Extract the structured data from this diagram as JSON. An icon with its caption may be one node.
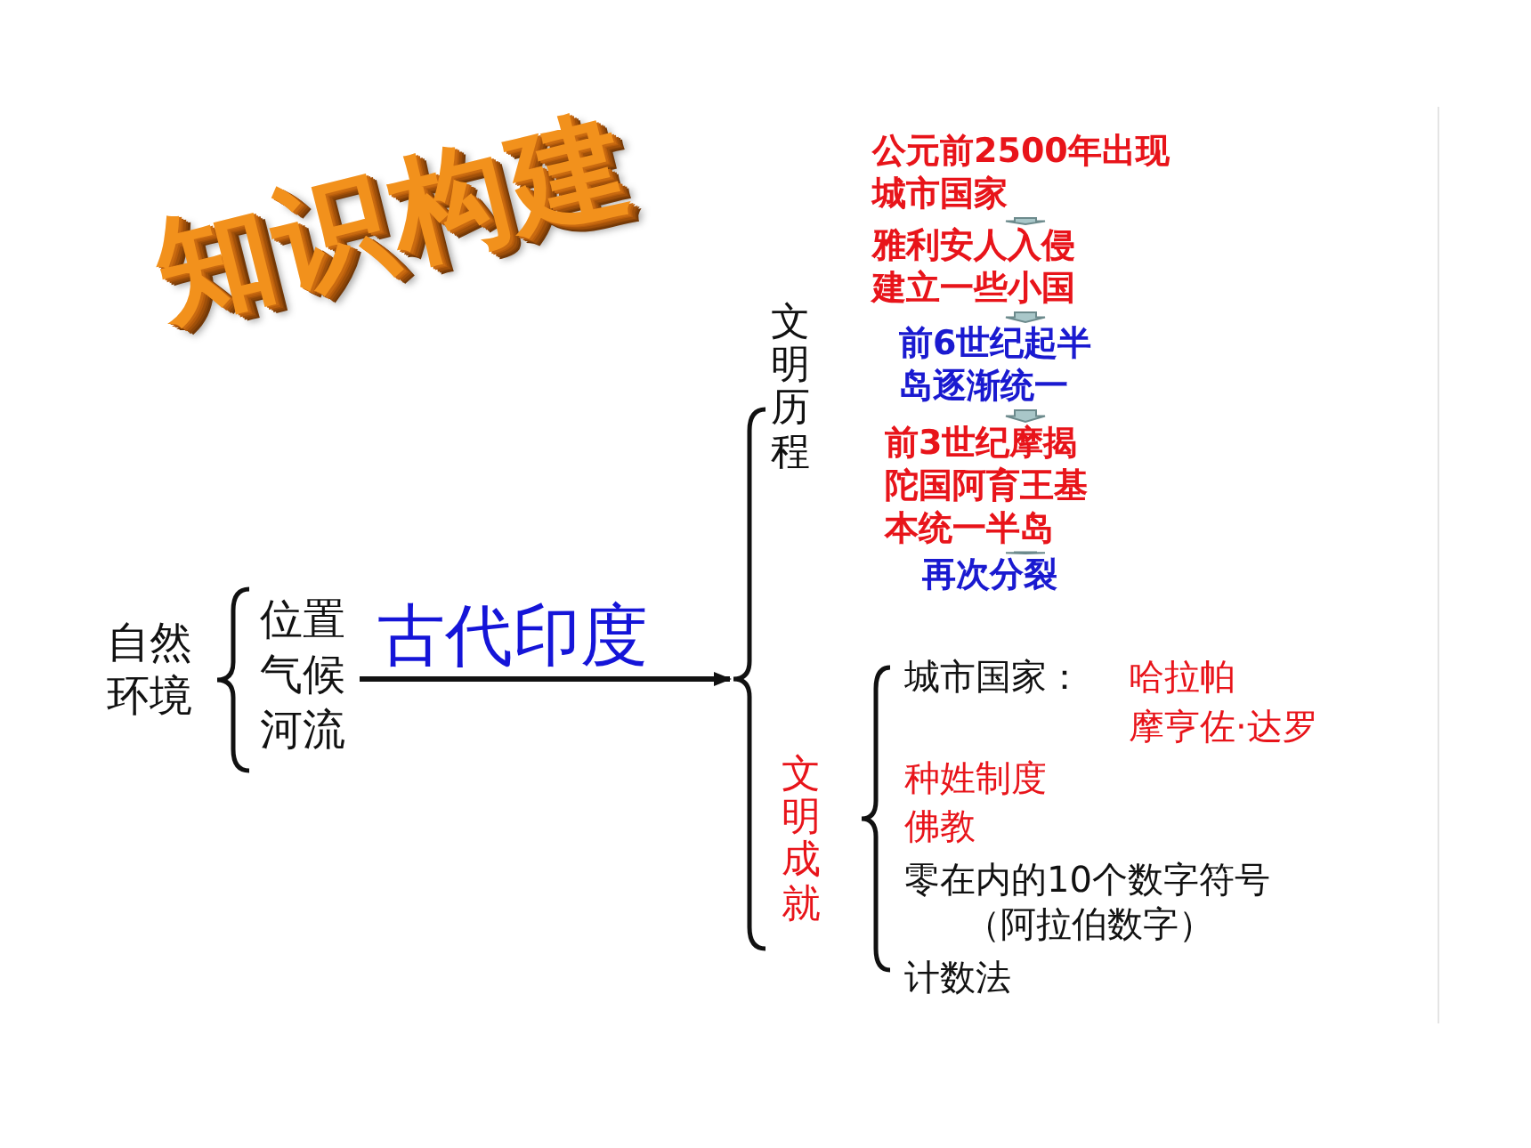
{
  "diagram": {
    "title": "知识构建",
    "nodes": [
      {
        "text": [
          "自然环境"
        ]
      },
      {
        "text": [
          "位置"
        ]
      },
      {
        "text": [
          "气候"
        ]
      },
      {
        "text": [
          "河流"
        ]
      },
      {
        "text": [],
        "shape": "brace"
      },
      {
        "text": [
          "文明历程"
        ]
      },
      {
        "text": [
          "公元前2500年出现城市国家"
        ]
      },
      {
        "text": [
          "雅利安人入侵建立一些小国"
        ]
      },
      {
        "text": [
          "前6世纪起半岛逐渐统一"
        ]
      },
      {
        "text": [
          "前3世纪摩揭陀国阿育王基本统一半岛"
        ]
      },
      {
        "text": [
          "再次分裂"
        ]
      },
      {
        "text": [
          "文明成就"
        ]
      },
      {
        "text": [
          "城市国家："
        ]
      },
      {
        "text": [
          "哈拉帕"
        ]
      },
      {
        "text": [
          "摩亨佐·达罗"
        ]
      },
      {
        "text": [
          "种姓制度"
        ]
      },
      {
        "text": [
          "佛教"
        ]
      },
      {
        "text": [
          "零在内的10个数字符号（阿拉伯数字）"
        ]
      },
      {
        "text": [
          "计数法"
        ]
      }
    ],
    "edges": [
      {
        "from": 2,
        "to": 4,
        "arrow": "to",
        "label": "古代印度"
      },
      {
        "from": 6,
        "to": 7,
        "arrow": "to",
        "style": "thick",
        "color": "#a9c7c9"
      },
      {
        "from": 7,
        "to": 8,
        "arrow": "to",
        "style": "thick",
        "color": "#a9c7c9"
      },
      {
        "from": 8,
        "to": 9,
        "arrow": "to",
        "style": "thick",
        "color": "#a9c7c9"
      },
      {
        "from": 9,
        "to": 10,
        "arrow": "to",
        "style": "thick",
        "color": "#a9c7c9"
      }
    ]
  }
}
